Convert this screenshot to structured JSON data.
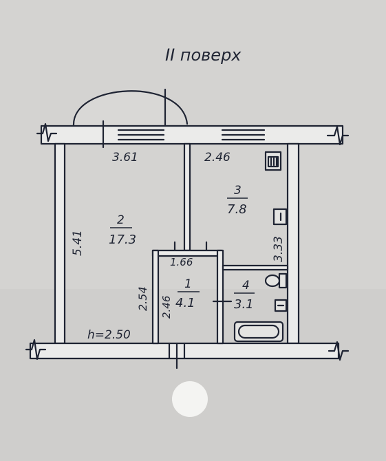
{
  "floor_title": "II поверх",
  "rooms": [
    {
      "number": "2",
      "area": "17.3"
    },
    {
      "number": "3",
      "area": "7.8"
    },
    {
      "number": "1",
      "area": "4.1"
    },
    {
      "number": "4",
      "area": "3.1"
    }
  ],
  "dimensions": {
    "room2_width": "3.61",
    "room3_width": "2.46",
    "room2_height": "5.41",
    "room3_height": "3.33",
    "corridor_width": "1.66",
    "corridor_left_outer": "2.54",
    "corridor_left_inner": "2.46"
  },
  "ceiling_height": "h=2.50",
  "colors": {
    "paper": "#d4d3d1",
    "ink": "#1f2433",
    "wall_fill": "#ebebea"
  }
}
